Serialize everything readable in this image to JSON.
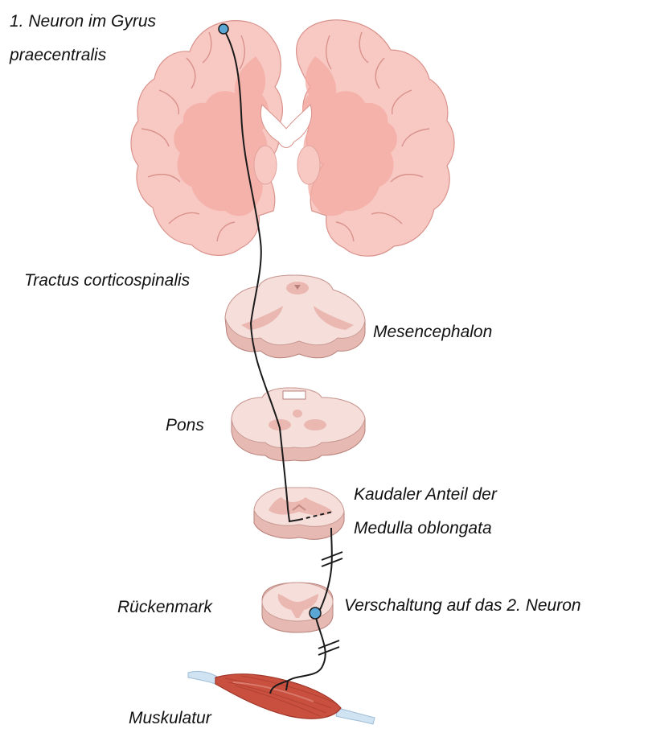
{
  "labels": {
    "neuron1_line1": "1. Neuron im Gyrus",
    "neuron1_line2": "praecentralis",
    "tract": "Tractus corticospinalis",
    "mesencephalon": "Mesencephalon",
    "pons": "Pons",
    "medulla_line1": "Kaudaler Anteil der",
    "medulla_line2": "Medulla oblongata",
    "spinal_cord": "Rückenmark",
    "synapse": "Verschaltung auf das 2. Neuron",
    "muscle": "Muskulatur"
  },
  "colors": {
    "brain_gray": "#f8c9c3",
    "brain_white": "#f3aaa3",
    "brain_outline": "#d9928b",
    "section_top": "#f6dedb",
    "section_side": "#e6b9b3",
    "section_inner": "#eab8b1",
    "neuron_body": "#5aa7d6",
    "pathway": "#1a1a1a",
    "muscle_red": "#c9503f",
    "muscle_dark": "#9e3528",
    "tendon": "#cfe3f2"
  }
}
